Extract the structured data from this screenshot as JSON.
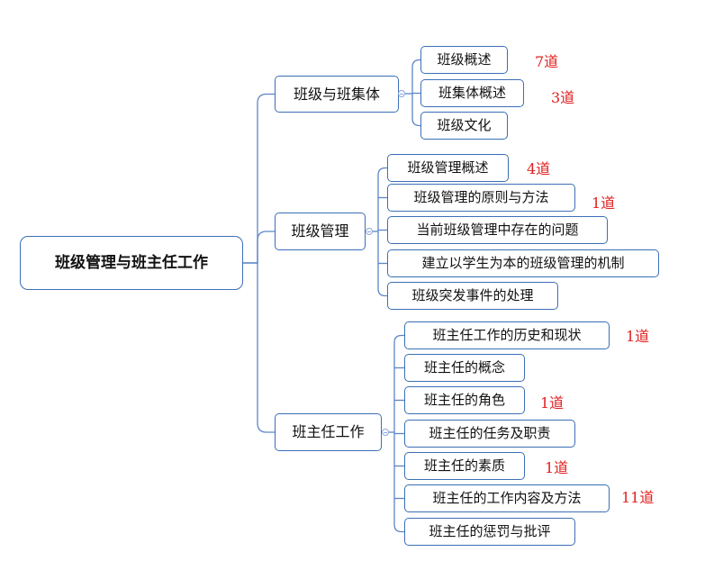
{
  "colors": {
    "node_border": "#3b6fb6",
    "line": "#5b86c6",
    "note": "#e02020"
  },
  "root": "班级管理与班主任工作",
  "branches": [
    {
      "label": "班级与班集体",
      "children": [
        {
          "label": "班级概述",
          "note": "7道"
        },
        {
          "label": "班集体概述",
          "note": "3道"
        },
        {
          "label": "班级文化",
          "note": ""
        }
      ]
    },
    {
      "label": "班级管理",
      "children": [
        {
          "label": "班级管理概述",
          "note": "4道"
        },
        {
          "label": "班级管理的原则与方法",
          "note": "1道"
        },
        {
          "label": "当前班级管理中存在的问题",
          "note": ""
        },
        {
          "label": "建立以学生为本的班级管理的机制",
          "note": ""
        },
        {
          "label": "班级突发事件的处理",
          "note": ""
        }
      ]
    },
    {
      "label": "班主任工作",
      "children": [
        {
          "label": "班主任工作的历史和现状",
          "note": "1道"
        },
        {
          "label": "班主任的概念",
          "note": ""
        },
        {
          "label": "班主任的角色",
          "note": "1道"
        },
        {
          "label": "班主任的任务及职责",
          "note": ""
        },
        {
          "label": "班主任的素质",
          "note": "1道"
        },
        {
          "label": "班主任的工作内容及方法",
          "note": "11道"
        },
        {
          "label": "班主任的惩罚与批评",
          "note": ""
        }
      ]
    }
  ]
}
